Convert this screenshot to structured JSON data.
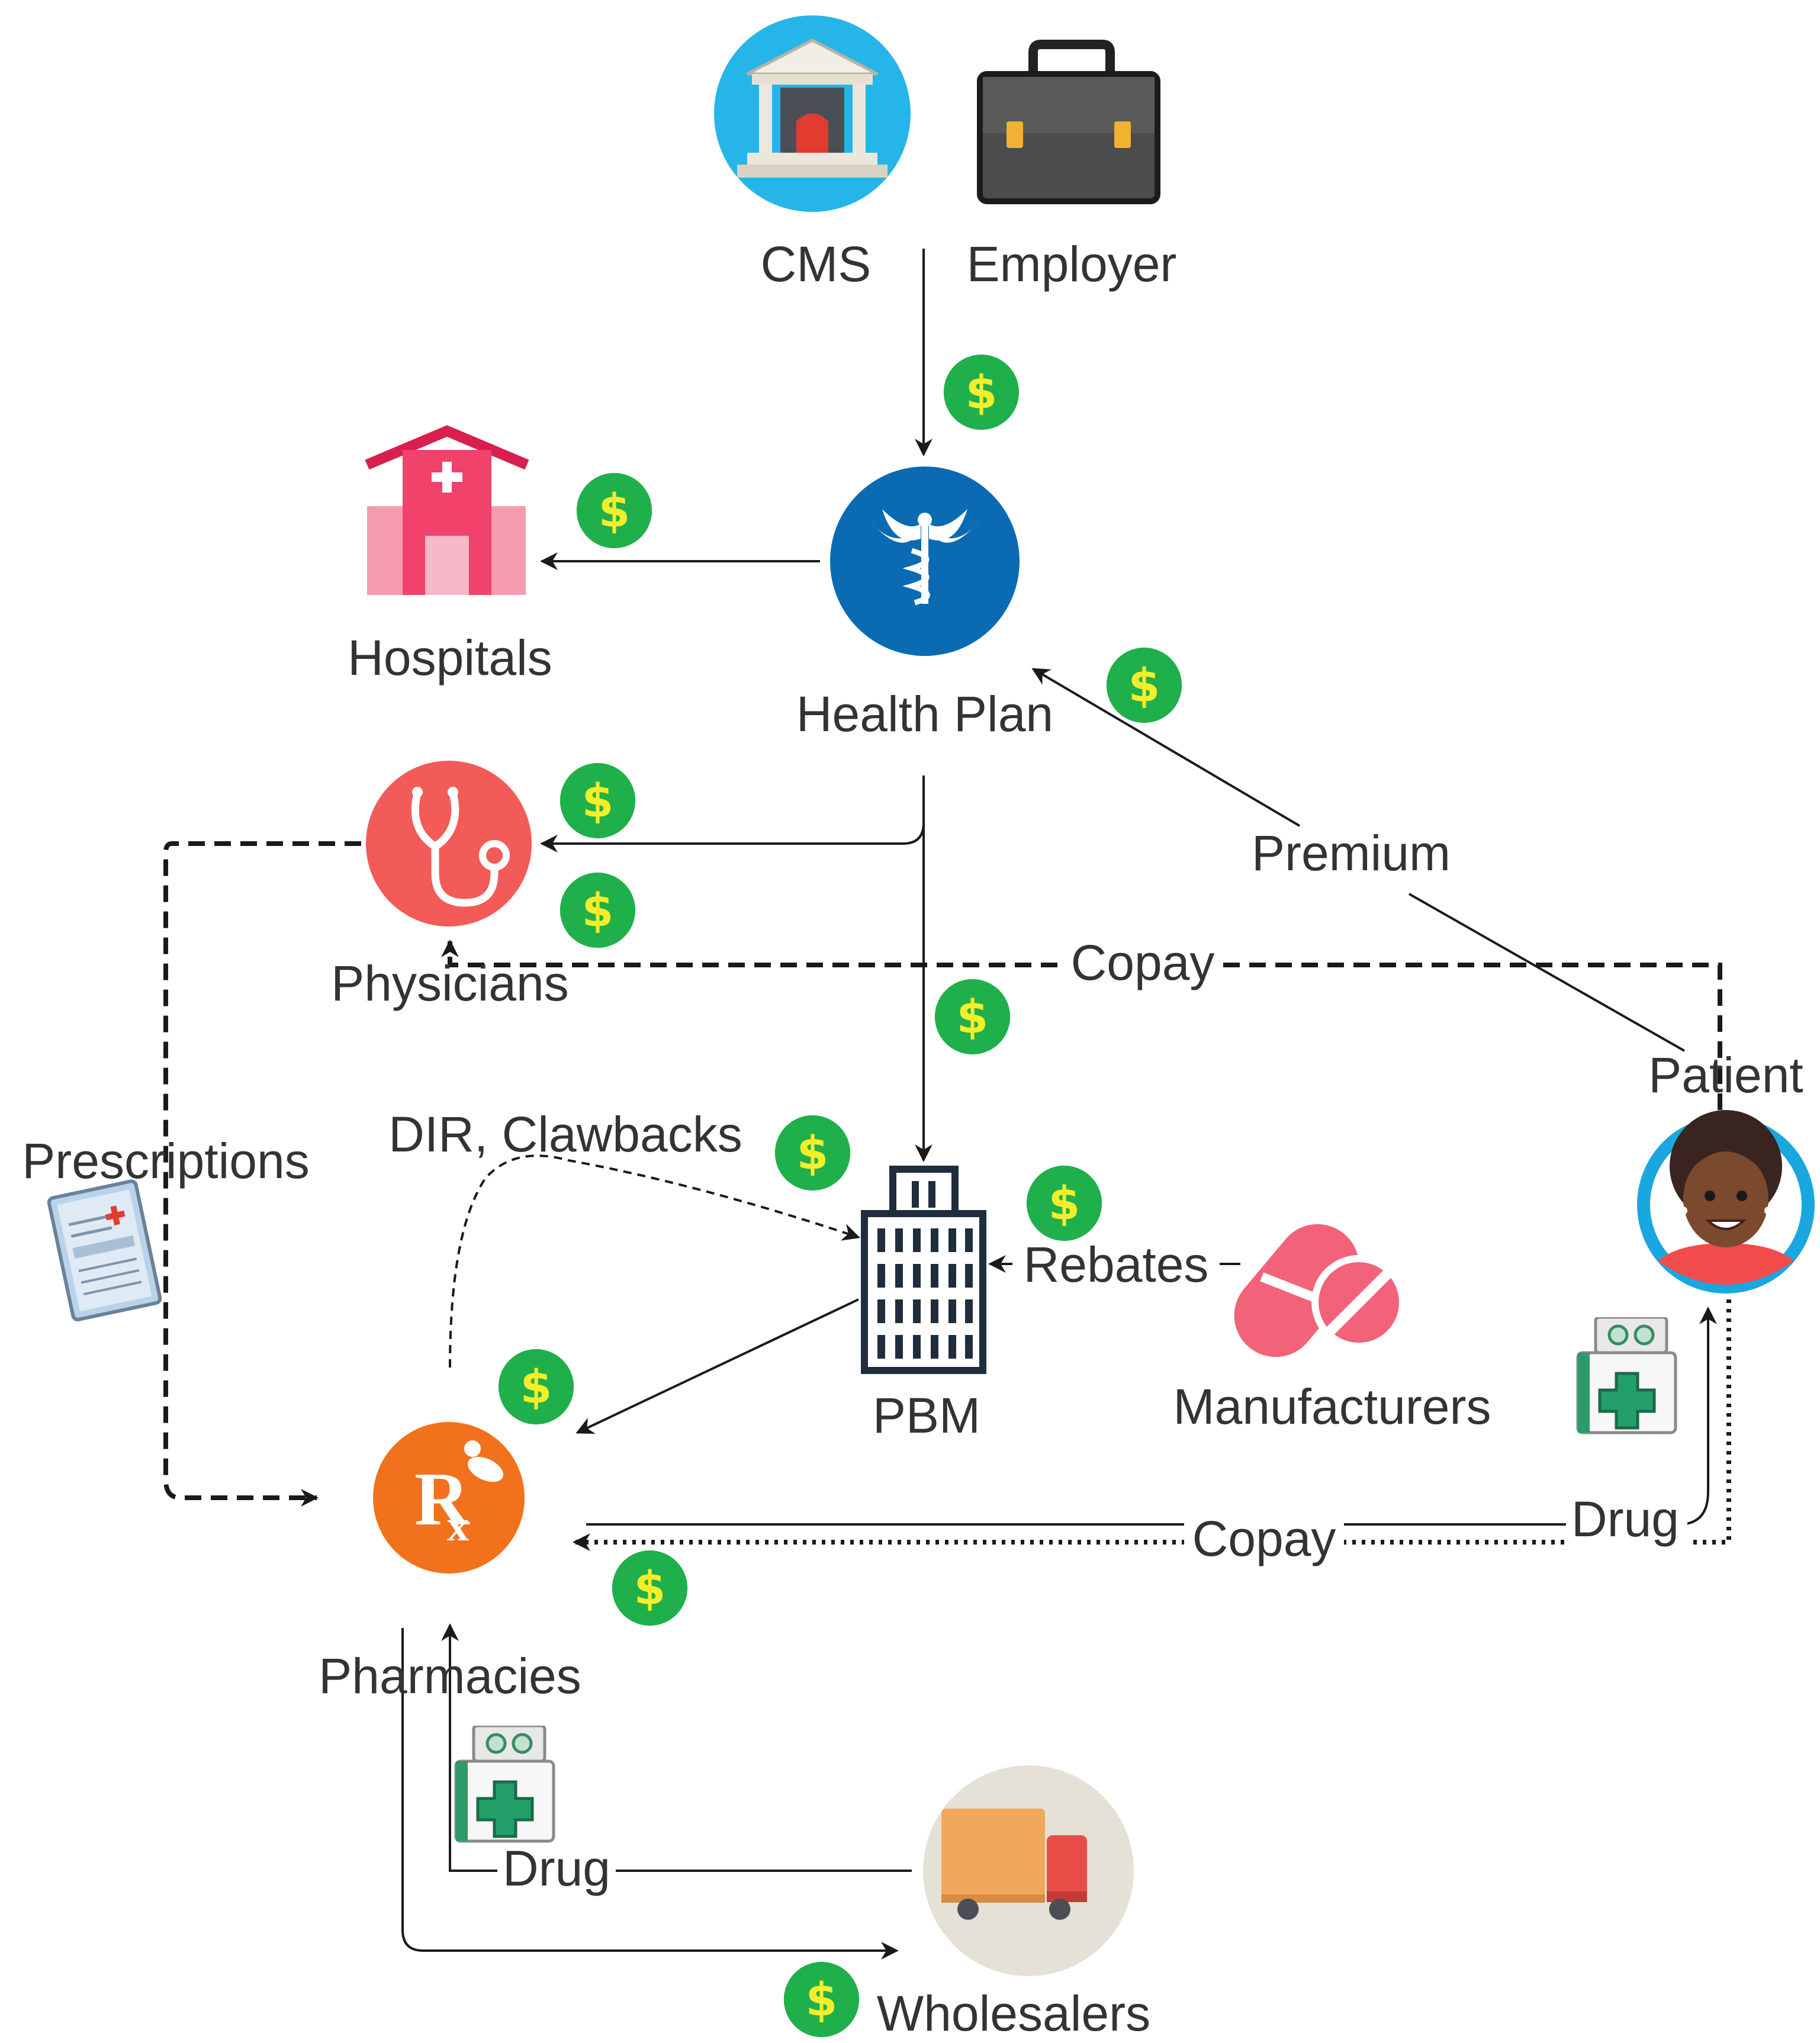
{
  "nodes": {
    "cms": "CMS",
    "employer": "Employer",
    "health_plan": "Health Plan",
    "hospitals": "Hospitals",
    "physicians": "Physicians",
    "pbm": "PBM",
    "manufacturers": "Manufacturers",
    "patient": "Patient",
    "pharmacies": "Pharmacies",
    "wholesalers": "Wholesalers"
  },
  "edge_labels": {
    "premium": "Premium",
    "copay_physician": "Copay",
    "prescriptions": "Prescriptions",
    "dir_clawbacks": "DIR, Clawbacks",
    "rebates": "Rebates",
    "drug_patient": "Drug",
    "copay_pharmacy": "Copay",
    "drug_wholesale": "Drug"
  },
  "coin_symbol": "$",
  "icons": {
    "cms": "government-building-icon",
    "employer": "briefcase-icon",
    "health_plan": "caduceus-icon",
    "hospitals": "hospital-icon",
    "physicians": "stethoscope-icon",
    "pbm": "office-building-icon",
    "manufacturers": "pills-icon",
    "patient": "patient-avatar-icon",
    "pharmacies": "rx-icon",
    "wholesalers": "delivery-truck-icon",
    "prescription": "prescription-document-icon",
    "drug_box": "medicine-box-icon",
    "money": "dollar-coin-icon"
  },
  "colors": {
    "money_green": "#1fb04b",
    "money_symbol": "#f6ee2a",
    "health_plan_blue": "#0a6bb3",
    "physician_red": "#f25b57",
    "pharmacy_orange": "#f2711c",
    "hospital_pink": "#f0426b",
    "patient_blue": "#1aa7e0",
    "line": "#1a1a1a"
  }
}
